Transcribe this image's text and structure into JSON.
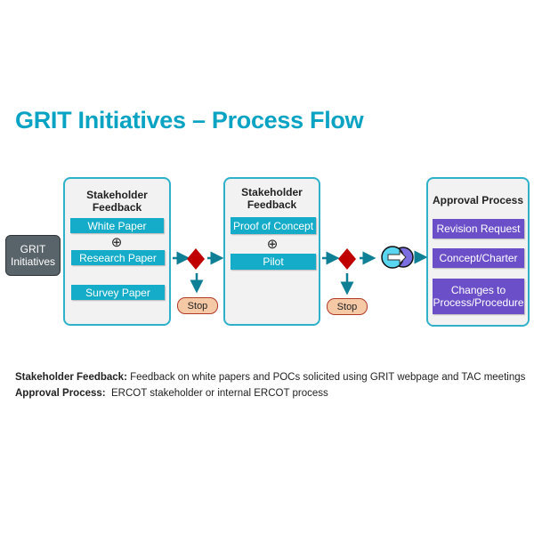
{
  "title": "GRIT Initiatives – Process Flow",
  "start_node": {
    "label": "GRIT Initiatives"
  },
  "stages": [
    {
      "title": "Stakeholder Feedback",
      "items": [
        "White Paper",
        "Research Paper",
        "Survey Paper"
      ],
      "combine_symbol": "⊕"
    },
    {
      "title": "Stakeholder Feedback",
      "items": [
        "Proof of Concept",
        "Pilot"
      ],
      "combine_symbol": "⊕"
    },
    {
      "title": "Approval Process",
      "items": [
        "Revision Request",
        "Concept/Charter",
        "Changes to Process/Procedure"
      ]
    }
  ],
  "decisions": [
    {
      "icon": "decision-diamond-icon",
      "stop_label": "Stop"
    },
    {
      "icon": "decision-diamond-icon",
      "stop_label": "Stop"
    }
  ],
  "merge_icon": "merge-circles-arrow-icon",
  "legend": [
    {
      "term": "Stakeholder Feedback:",
      "definition": " Feedback on white papers and POCs solicited using GRIT webpage and TAC meetings"
    },
    {
      "term": "Approval Process:",
      "definition": "  ERCOT stakeholder or internal ERCOT process"
    }
  ],
  "colors": {
    "title": "#0aa3c4",
    "stage_border": "#2fb1c9",
    "teal_item": "#14acc8",
    "purple_item": "#6b4fc8",
    "arrow": "#0e7f95",
    "diamond": "#c00000",
    "stop_fill": "#f6c9a6"
  }
}
